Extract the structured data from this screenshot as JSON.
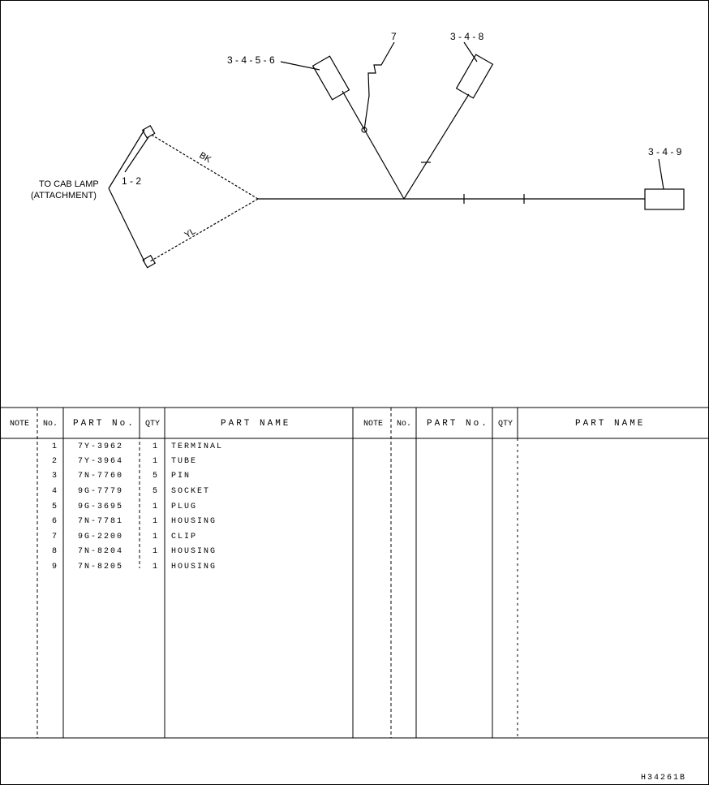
{
  "diagram": {
    "callouts": {
      "to_cab_lamp_line1": "TO CAB LAMP",
      "to_cab_lamp_line2": "(ATTACHMENT)",
      "ref_1_2": "1 - 2",
      "ref_3_4_5_6": "3 - 4 - 5 - 6",
      "ref_7": "7",
      "ref_3_4_8": "3 - 4 - 8",
      "ref_3_4_9": "3 - 4 - 9",
      "wire_bk": "BK",
      "wire_yl": "YL"
    }
  },
  "table": {
    "left_headers": {
      "note": "NOTE",
      "no": "No.",
      "part_no": "PART No.",
      "qty": "QTY",
      "part_name": "PART NAME"
    },
    "right_headers": {
      "note": "NOTE",
      "no": "No.",
      "part_no": "PART No.",
      "qty": "QTY",
      "part_name": "PART NAME"
    },
    "rows": [
      {
        "no": "1",
        "part_no": "7Y-3962",
        "qty": "1",
        "name": "TERMINAL"
      },
      {
        "no": "2",
        "part_no": "7Y-3964",
        "qty": "1",
        "name": "TUBE"
      },
      {
        "no": "3",
        "part_no": "7N-7760",
        "qty": "5",
        "name": "PIN"
      },
      {
        "no": "4",
        "part_no": "9G-7779",
        "qty": "5",
        "name": "SOCKET"
      },
      {
        "no": "5",
        "part_no": "9G-3695",
        "qty": "1",
        "name": "PLUG"
      },
      {
        "no": "6",
        "part_no": "7N-7781",
        "qty": "1",
        "name": "HOUSING"
      },
      {
        "no": "7",
        "part_no": "9G-2200",
        "qty": "1",
        "name": "CLIP"
      },
      {
        "no": "8",
        "part_no": "7N-8204",
        "qty": "1",
        "name": "HOUSING"
      },
      {
        "no": "9",
        "part_no": "7N-8205",
        "qty": "1",
        "name": "HOUSING"
      }
    ]
  },
  "footer": {
    "drawing_code": "H34261B"
  }
}
